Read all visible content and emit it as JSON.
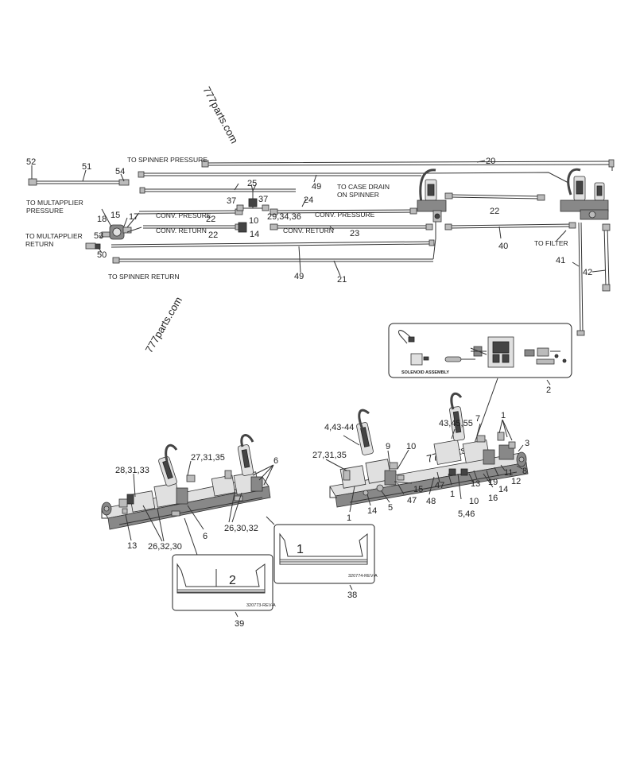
{
  "watermarks": [
    "777parts.com",
    "777parts.com",
    "777parts.com"
  ],
  "plumbing": {
    "labels": {
      "to_spinner_pressure": "TO SPINNER PRESSURE",
      "to_case_drain_1": "TO CASE DRAIN",
      "to_case_drain_2": "ON SPINNER",
      "to_multapplier_pressure_1": "TO MULTAPPLIER",
      "to_multapplier_pressure_2": "PRESSURE",
      "to_multapplier_return_1": "TO MULTAPPLIER",
      "to_multapplier_return_2": "RETURN",
      "to_spinner_return": "TO SPINNER RETURN",
      "to_filter": "TO FILTER",
      "conv_pressure_a": "CONV. PRESURE",
      "conv_return_a": "CONV. RETURN",
      "conv_pressure_b": "CONV. PRESSURE",
      "conv_return_b": "CONV. RETURN"
    },
    "callouts": {
      "c52": "52",
      "c51": "51",
      "c54": "54",
      "c20": "20",
      "c49a": "49",
      "c25": "25",
      "c37a": "37",
      "c37b": "37",
      "c24": "24",
      "c10": "10",
      "c293436": "29,34,36",
      "c22a": "22",
      "c22b": "22",
      "c22c": "22",
      "c18": "18",
      "c15": "15",
      "c17": "17",
      "c14": "14",
      "c23": "23",
      "c53": "53",
      "c50": "50",
      "c40": "40",
      "c41": "41",
      "c42": "42",
      "c49b": "49",
      "c21": "21"
    }
  },
  "solenoid_inset": {
    "label": "SOLENOID ASSEMBLY",
    "callout": "2"
  },
  "left_assembly": {
    "callouts": {
      "c273135": "27,31,35",
      "c6a": "6",
      "c283133": "28,31,33",
      "c263032": "26,30,32",
      "c6b": "6",
      "c13": "13",
      "c263230": "26,32,30"
    }
  },
  "right_assembly": {
    "callouts": {
      "c44344": "4,43-44",
      "c434555": "43,45,55",
      "c7": "7",
      "c1a": "1",
      "c3": "3",
      "c273135": "27,31,35",
      "c9": "9",
      "c10a": "10",
      "c8": "8",
      "c11": "11",
      "c12": "12",
      "c14a": "14",
      "c19": "19",
      "c16": "16",
      "c13": "13",
      "c10b": "10",
      "c546": "5,46",
      "c1b": "1",
      "c47a": "47",
      "c48": "48",
      "c15": "15",
      "c47b": "47",
      "c5": "5",
      "c14b": "14",
      "c1c": "1"
    }
  },
  "decal_1": {
    "number": "1",
    "code": "320774-REV-A",
    "callout": "38"
  },
  "decal_2": {
    "number": "2",
    "code": "320773-REV-A",
    "callout": "39"
  }
}
